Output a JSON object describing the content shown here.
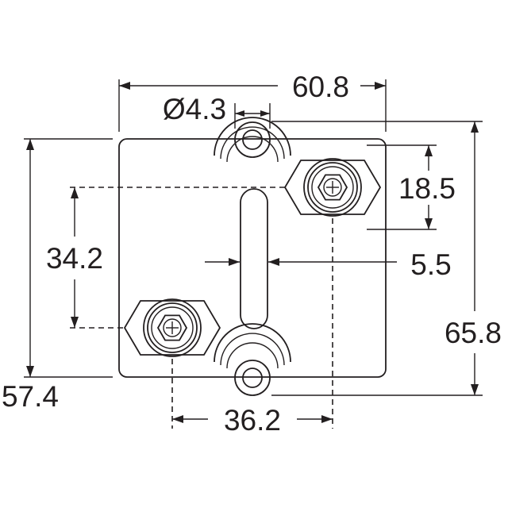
{
  "dimensions": {
    "overall_width": "60.8",
    "mount_hole_diameter": "Ø4.3",
    "terminal_offset": "18.5",
    "terminal_vertical_spacing": "34.2",
    "slot_width": "5.5",
    "overall_height": "65.8",
    "body_height": "57.4",
    "terminal_horizontal_spacing": "36.2"
  },
  "colors": {
    "line": "#231f20",
    "background": "#ffffff"
  }
}
